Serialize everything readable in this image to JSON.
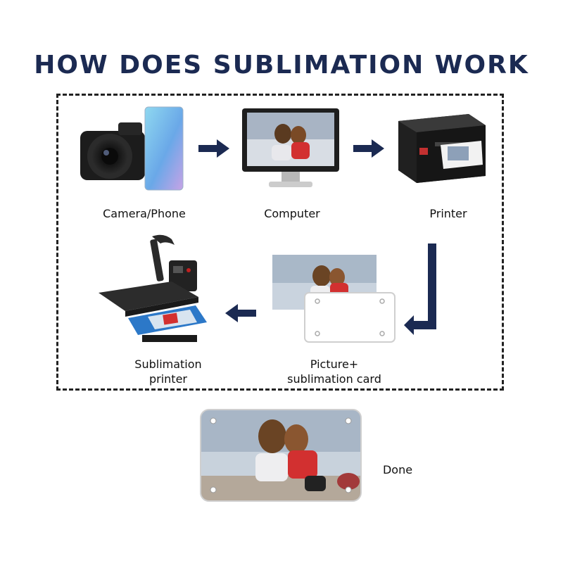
{
  "title": "HOW DOES SUBLIMATION WORK",
  "colors": {
    "title": "#1b2a52",
    "arrow": "#1b2a52",
    "border": "#222222"
  },
  "steps": [
    {
      "label": "Camera/Phone",
      "icon": "camera-phone-icon"
    },
    {
      "label": "Computer",
      "icon": "computer-monitor-icon"
    },
    {
      "label": "Printer",
      "icon": "printer-icon"
    },
    {
      "label_line1": "Picture+",
      "label_line2": "sublimation card",
      "icon": "photo-card-icon"
    },
    {
      "label_line1": "Sublimation",
      "label_line2": "printer",
      "icon": "heat-press-icon"
    }
  ],
  "result": {
    "label": "Done",
    "icon": "finished-plate-icon"
  }
}
